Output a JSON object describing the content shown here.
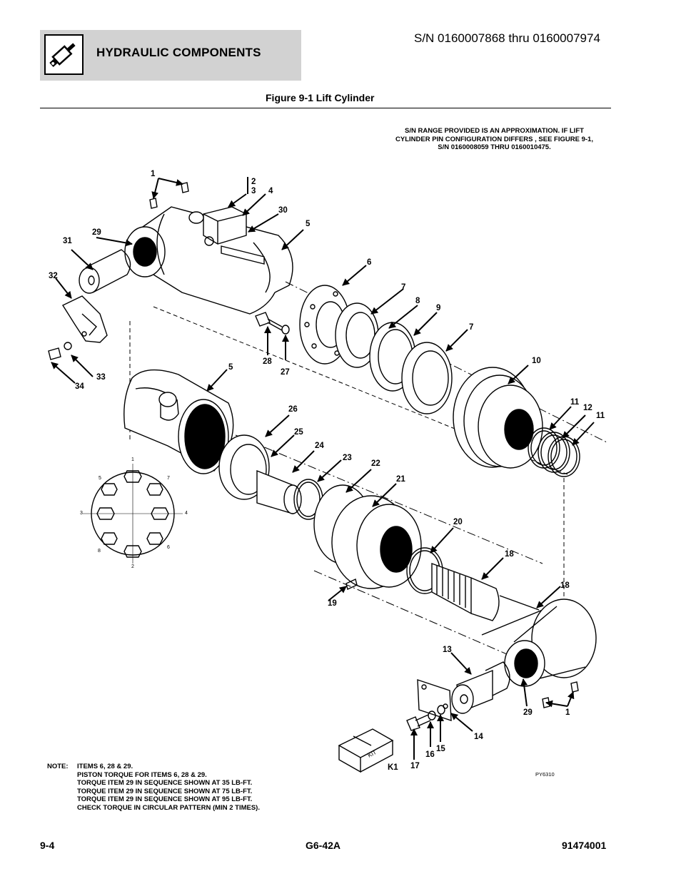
{
  "header": {
    "section_title": "HYDRAULIC COMPONENTS",
    "serial_range": "S/N 0160007868 thru 0160007974",
    "icon": "hydraulic-cylinder-icon"
  },
  "figure": {
    "title": "Figure 9-1 Lift Cylinder",
    "sn_note": [
      "S/N RANGE PROVIDED IS AN APPROXIMATION. IF LIFT",
      "CYLINDER PIN CONFIGURATION DIFFERS , SEE FIGURE 9-1,",
      "S/N 0160008059 THRU 0160010475."
    ],
    "callouts": [
      "1",
      "2",
      "3",
      "4",
      "30",
      "5",
      "29",
      "31",
      "32",
      "6",
      "7",
      "8",
      "9",
      "7",
      "28",
      "27",
      "33",
      "34",
      "10",
      "5",
      "26",
      "11",
      "12",
      "11",
      "25",
      "24",
      "23",
      "22",
      "21",
      "20",
      "18",
      "18",
      "19",
      "13",
      "29",
      "1",
      "14",
      "15",
      "16",
      "17",
      "K1"
    ],
    "bolt_pattern_labels": [
      "1",
      "5",
      "7",
      "3",
      "4",
      "8",
      "6",
      "2"
    ],
    "kit_label": "KIT",
    "drawing_ref": "PY6310"
  },
  "note": {
    "label": "NOTE:",
    "lines": [
      "ITEMS 6, 28 & 29.",
      "PISTON TORQUE FOR ITEMS 6, 28 & 29.",
      "TORQUE ITEM 29 IN SEQUENCE SHOWN AT 35 LB-FT.",
      "TORQUE ITEM 29 IN SEQUENCE SHOWN AT 75 LB-FT.",
      "TORQUE ITEM 29 IN SEQUENCE SHOWN AT 95 LB-FT.",
      "CHECK TORQUE IN CIRCULAR PATTERN (MIN 2 TIMES)."
    ]
  },
  "footer": {
    "page_number": "9-4",
    "model": "G6-42A",
    "part_number": "91474001"
  }
}
